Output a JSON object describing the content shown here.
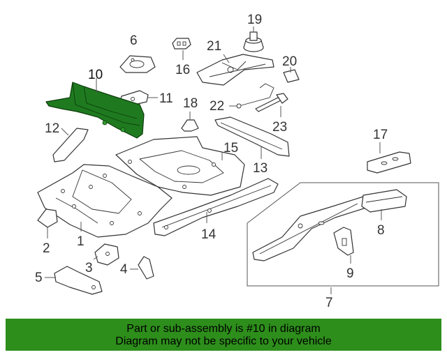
{
  "callouts": {
    "c1": "1",
    "c2": "2",
    "c3": "3",
    "c4": "4",
    "c5": "5",
    "c6": "6",
    "c7": "7",
    "c8": "8",
    "c9": "9",
    "c10": "10",
    "c11": "11",
    "c12": "12",
    "c13": "13",
    "c14": "14",
    "c15": "15",
    "c16": "16",
    "c17": "17",
    "c18": "18",
    "c19": "19",
    "c20": "20",
    "c21": "21",
    "c22": "22",
    "c23": "23"
  },
  "highlight": {
    "part": "10",
    "color": "#1f7a1f"
  },
  "banner": {
    "line1": "Part or sub-assembly is #10 in diagram",
    "line2": "Diagram may not be specific to your vehicle",
    "background": "#2d8e1b"
  }
}
